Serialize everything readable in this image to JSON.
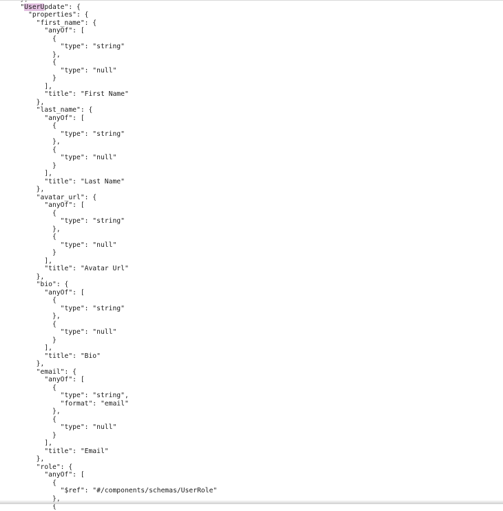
{
  "viewer": {
    "background": "#ffffff",
    "text_color": "#1a1a1a",
    "highlight_color": "#e3c0e1",
    "find_match": {
      "line_index": 1,
      "text": "UserU"
    }
  },
  "json_document": {
    "schema_name": "UserUpdate",
    "lines": [
      "    },",
      "    \"UserUpdate\": {",
      "      \"properties\": {",
      "        \"first_name\": {",
      "          \"anyOf\": [",
      "            {",
      "              \"type\": \"string\"",
      "            },",
      "            {",
      "              \"type\": \"null\"",
      "            }",
      "          ],",
      "          \"title\": \"First Name\"",
      "        },",
      "        \"last_name\": {",
      "          \"anyOf\": [",
      "            {",
      "              \"type\": \"string\"",
      "            },",
      "            {",
      "              \"type\": \"null\"",
      "            }",
      "          ],",
      "          \"title\": \"Last Name\"",
      "        },",
      "        \"avatar_url\": {",
      "          \"anyOf\": [",
      "            {",
      "              \"type\": \"string\"",
      "            },",
      "            {",
      "              \"type\": \"null\"",
      "            }",
      "          ],",
      "          \"title\": \"Avatar Url\"",
      "        },",
      "        \"bio\": {",
      "          \"anyOf\": [",
      "            {",
      "              \"type\": \"string\"",
      "            },",
      "            {",
      "              \"type\": \"null\"",
      "            }",
      "          ],",
      "          \"title\": \"Bio\"",
      "        },",
      "        \"email\": {",
      "          \"anyOf\": [",
      "            {",
      "              \"type\": \"string\",",
      "              \"format\": \"email\"",
      "            },",
      "            {",
      "              \"type\": \"null\"",
      "            }",
      "          ],",
      "          \"title\": \"Email\"",
      "        },",
      "        \"role\": {",
      "          \"anyOf\": [",
      "            {",
      "              \"$ref\": \"#/components/schemas/UserRole\"",
      "            },",
      "            {"
    ]
  }
}
